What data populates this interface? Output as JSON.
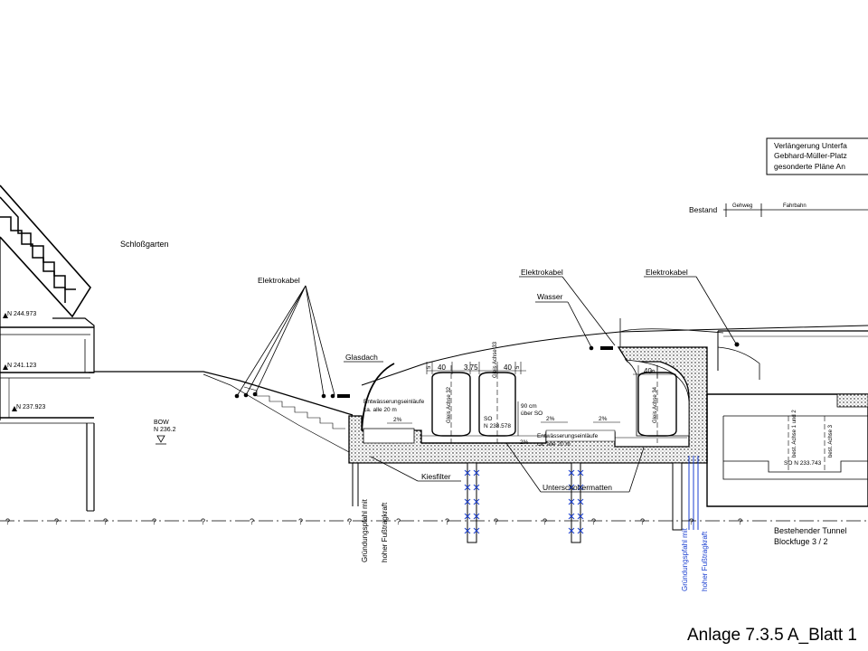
{
  "title_block": {
    "lines": [
      "Verlängerung Unterfa",
      "Gebhard-Müller-Platz",
      "gesonderte Pläne An"
    ]
  },
  "labels": {
    "schlossgarten": "Schloßgarten",
    "elektrokabel_1": "Elektrokabel",
    "elektrokabel_2": "Elektrokabel",
    "elektrokabel_3": "Elektrokabel",
    "wasser": "Wasser",
    "glasdach": "Glasdach",
    "bestand": "Bestand",
    "gehweg": "Gehweg",
    "fahrbahn": "Fahrbahn",
    "kiesfilter": "Kiesfilter",
    "unterschottermatten": "Unterschottermatten",
    "bestehender_tunnel": "Bestehender Tunnel",
    "blockfuge": "Blockfuge 3 / 2",
    "gruendung_left_1": "Gründungspfahl mit",
    "gruendung_left_2": "hoher Fußtragkraft",
    "gruendung_right_1": "Gründungspfahl mit",
    "gruendung_right_2": "hoher Fußtragkraft",
    "entwaesserung_1a": "Entwässerungseinläufe",
    "entwaesserung_1b": "ca. alle 20 m",
    "entwaesserung_2a": "Entwässerungseinläufe",
    "entwaesserung_2b": "ca. alle 20 m",
    "so_label": "SO",
    "so_90": "90 cm",
    "so_ueber": "über SO",
    "gleis_32": "Gleis Achse 32",
    "gleis_33": "Gleis Achse 33",
    "gleis_34": "Gleis Achse 34",
    "bestachse_12": "best. Achse 1 und 2",
    "bestachse_3": "best. Achse 3"
  },
  "elevations": {
    "n1": "N 244.973",
    "n2": "N 241.123",
    "n3": "N 237.923",
    "bow_label": "BOW",
    "bow_value": "N 236.2",
    "so_n": "N 238.578",
    "so_right": "SO N 233.743"
  },
  "dimensions": {
    "d40a": "40",
    "d375": "3.75",
    "d40b": "40",
    "d5a": "5",
    "d5b": "5",
    "d40c": "40",
    "d5c": "5",
    "slope_a": "2%",
    "slope_b": "2%",
    "slope_c": "2%",
    "slope_d": "2%"
  },
  "sheet": {
    "label": "Anlage 7.3.5 A_Blatt 1"
  }
}
